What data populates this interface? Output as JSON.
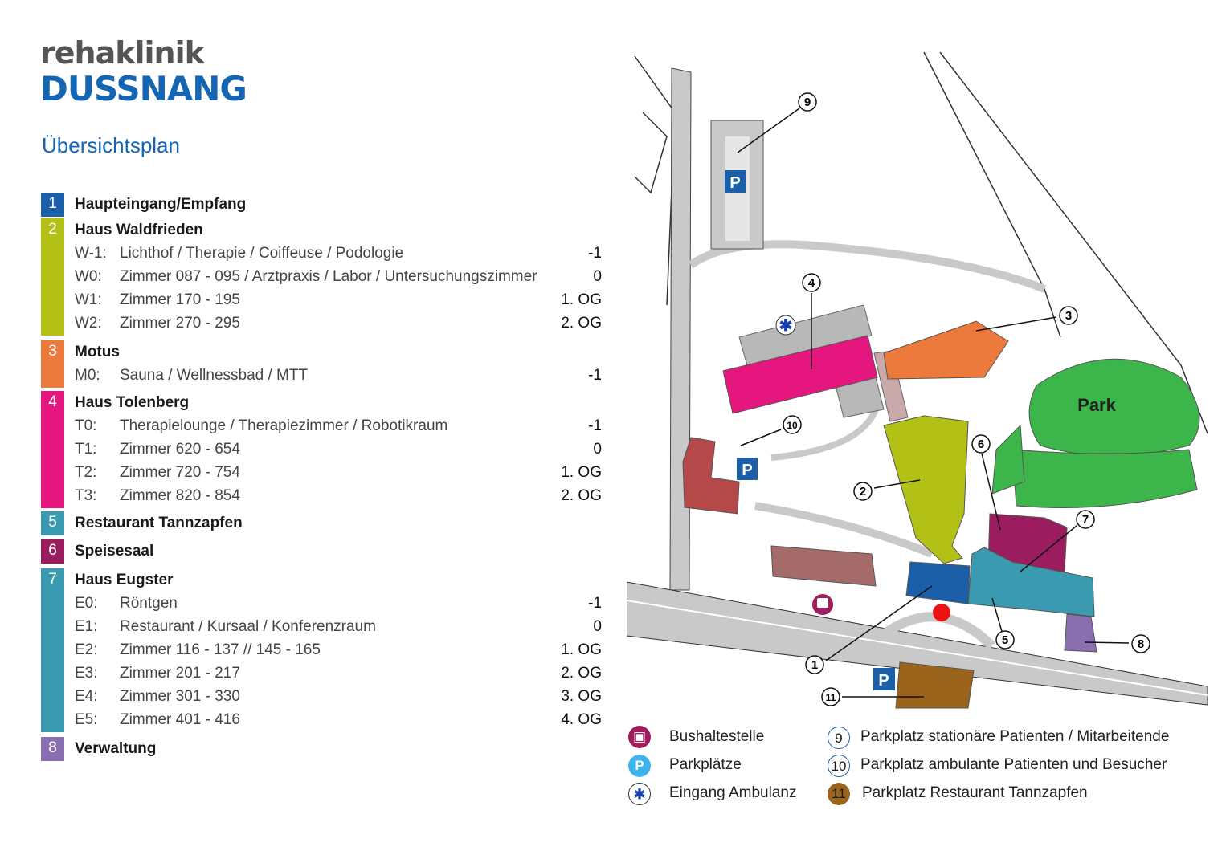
{
  "logo": {
    "line1": "rehaklinik",
    "line2": "DUSSNANG"
  },
  "subtitle": "Übersichtsplan",
  "sections": [
    {
      "num": "1",
      "title": "Haupteingang/Empfang",
      "color": "#1a5fa8",
      "rows": []
    },
    {
      "num": "2",
      "title": "Haus Waldfrieden",
      "color": "#b3c016",
      "rows": [
        {
          "code": "W-1:",
          "desc": "Lichthof / Therapie / Coiffeuse / Podologie",
          "level": "-1"
        },
        {
          "code": "W0:",
          "desc": "Zimmer 087 - 095 / Arztpraxis / Labor / Untersuchungszimmer",
          "level": "0"
        },
        {
          "code": "W1:",
          "desc": "Zimmer 170 - 195",
          "level": "1. OG"
        },
        {
          "code": "W2:",
          "desc": "Zimmer 270 - 295",
          "level": "2. OG"
        }
      ]
    },
    {
      "num": "3",
      "title": "Motus",
      "color": "#ec7a3c",
      "rows": [
        {
          "code": "M0:",
          "desc": "Sauna / Wellnessbad / MTT",
          "level": "-1"
        }
      ]
    },
    {
      "num": "4",
      "title": "Haus Tolenberg",
      "color": "#e5177e",
      "rows": [
        {
          "code": "T0:",
          "desc": "Therapielounge / Therapiezimmer / Robotikraum",
          "level": "-1"
        },
        {
          "code": "T1:",
          "desc": "Zimmer 620 - 654",
          "level": "0"
        },
        {
          "code": "T2:",
          "desc": "Zimmer 720 - 754",
          "level": "1. OG"
        },
        {
          "code": "T3:",
          "desc": "Zimmer 820 - 854",
          "level": "2. OG"
        }
      ]
    },
    {
      "num": "5",
      "title": "Restaurant Tannzapfen",
      "color": "#3a9bb0",
      "rows": []
    },
    {
      "num": "6",
      "title": "Speisesaal",
      "color": "#9b1c5f",
      "rows": []
    },
    {
      "num": "7",
      "title": "Haus Eugster",
      "color": "#3a9bb0",
      "rows": [
        {
          "code": "E0:",
          "desc": "Röntgen",
          "level": "-1"
        },
        {
          "code": "E1:",
          "desc": "Restaurant / Kursaal / Konferenzraum",
          "level": "0"
        },
        {
          "code": "E2:",
          "desc": "Zimmer 116 - 137 // 145 - 165",
          "level": "1. OG"
        },
        {
          "code": "E3:",
          "desc": "Zimmer 201 - 217",
          "level": "2. OG"
        },
        {
          "code": "E4:",
          "desc": "Zimmer 301 - 330",
          "level": "3. OG"
        },
        {
          "code": "E5:",
          "desc": "Zimmer 401 - 416",
          "level": "4. OG"
        }
      ]
    },
    {
      "num": "8",
      "title": "Verwaltung",
      "color": "#8a6fb0",
      "rows": []
    }
  ],
  "map": {
    "park": "Park",
    "parking": "P",
    "callouts": [
      "1",
      "2",
      "3",
      "4",
      "5",
      "6",
      "7",
      "8",
      "9",
      "10",
      "11"
    ]
  },
  "legend": {
    "bus": "Bushaltestelle",
    "parking": "Parkplätze",
    "ambulance": "Eingang Ambulanz",
    "p9_num": "9",
    "p9": "Parkplatz stationäre Patienten / Mitarbeitende",
    "p10_num": "10",
    "p10": "Parkplatz ambulante Patienten und Besucher",
    "p11_num": "11",
    "p11": "Parkplatz Restaurant Tannzapfen",
    "parking_symbol": "P"
  }
}
